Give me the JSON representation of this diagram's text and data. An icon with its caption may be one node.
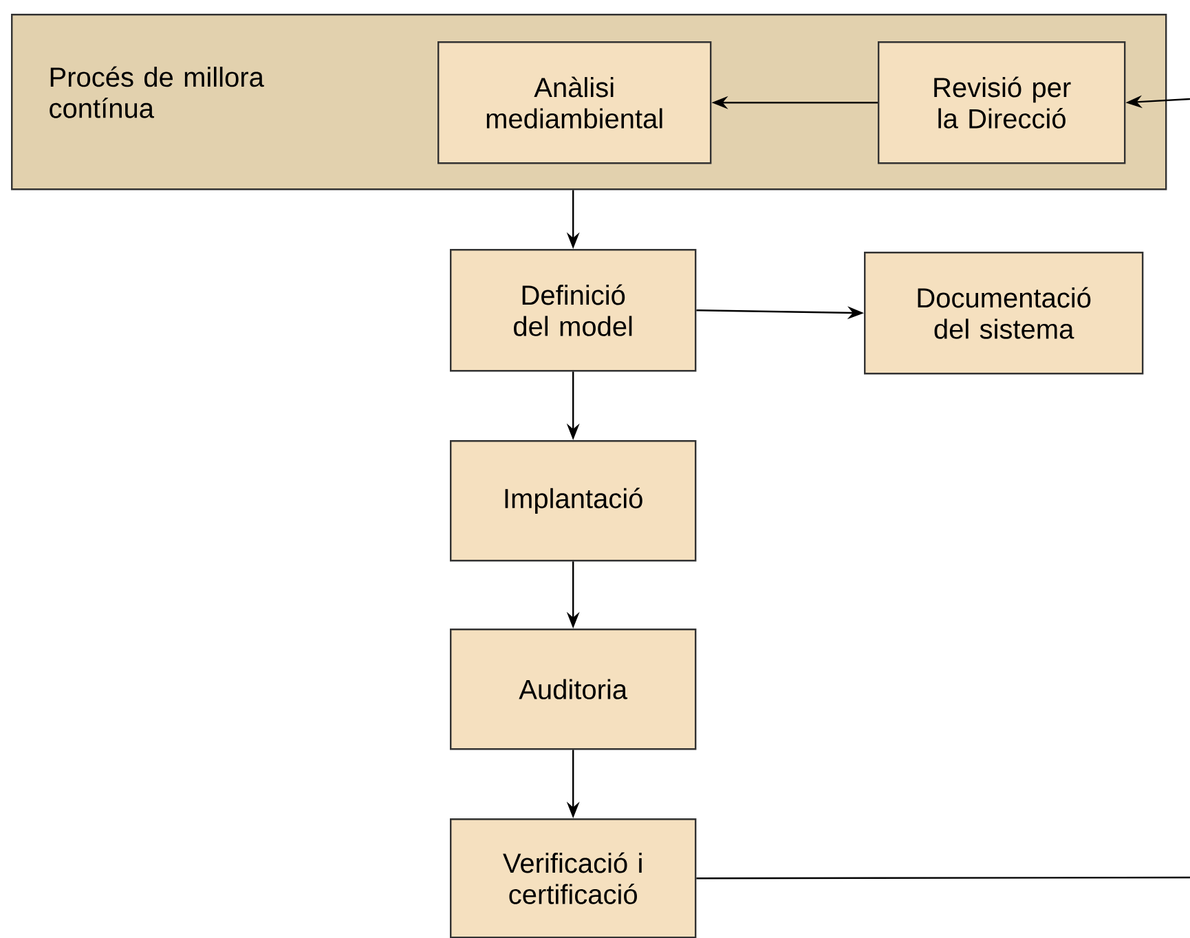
{
  "diagram": {
    "nodes": [
      {
        "text": [
          "Procés de millora contínua"
        ]
      },
      {
        "text": [
          "Anàlisi mediambiental"
        ],
        "in": 0
      },
      {
        "text": [
          "Revisió per la Direcció"
        ],
        "in": 0
      },
      {
        "text": [
          "Definició del model"
        ]
      },
      {
        "text": [
          "Documentació del sistema"
        ]
      },
      {
        "text": [
          "Implantació"
        ]
      },
      {
        "text": [
          "Auditoria"
        ]
      },
      {
        "text": [
          "Verificació i certificació"
        ]
      }
    ],
    "edges": [
      {
        "from": 2,
        "to": 1,
        "arrow": "to"
      },
      {
        "from": 0,
        "to": 3,
        "arrow": "to"
      },
      {
        "from": 3,
        "to": 4,
        "arrow": "to"
      },
      {
        "from": 3,
        "to": 5,
        "arrow": "to"
      },
      {
        "from": 5,
        "to": 6,
        "arrow": "to"
      },
      {
        "from": 6,
        "to": 7,
        "arrow": "to"
      },
      {
        "from": 7,
        "to": null,
        "arrow": "none"
      },
      {
        "from": null,
        "to": 2,
        "arrow": "to"
      }
    ]
  }
}
